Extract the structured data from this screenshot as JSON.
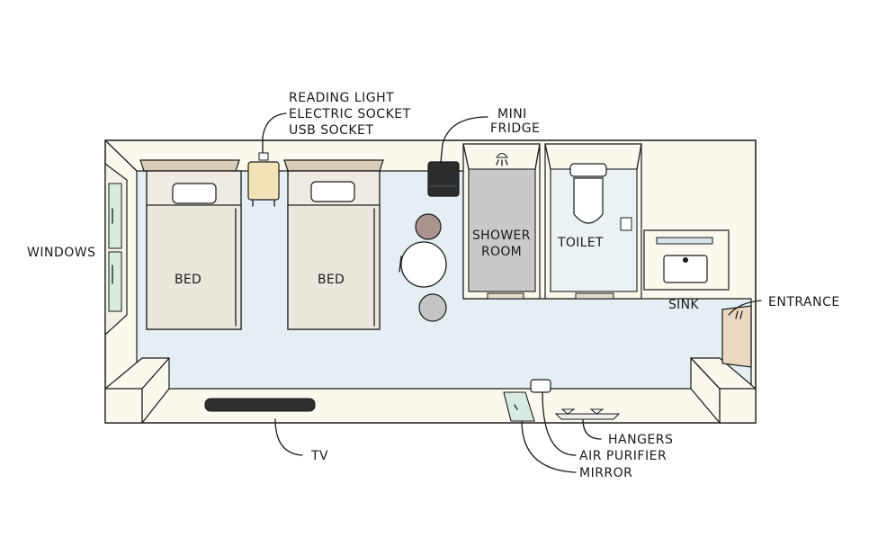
{
  "labels": {
    "reading_light": "READING LIGHT",
    "electric_socket": "ELECTRIC SOCKET",
    "usb_socket": "USB SOCKET",
    "mini": "MINI",
    "fridge": "FRIDGE",
    "windows": "WINDOWS",
    "bed_left": "BED",
    "bed_right": "BED",
    "shower": "SHOWER",
    "room": "ROOM",
    "toilet": "TOILET",
    "sink": "SINK",
    "entrance": "ENTRANCE",
    "tv": "TV",
    "hangers": "HANGERS",
    "air_purifier": "AIR PURIFIER",
    "mirror": "MIRROR"
  },
  "colors": {
    "floor": "#e4eef3",
    "wall": "#fbf8ee",
    "outline": "#1a1a1a",
    "bed_sheet": "#efebe2",
    "headboard": "#d8ccb8",
    "nightstand": "#f1e2b8",
    "fridge": "#2c2c2c",
    "shower_floor": "#c9c9c9",
    "stool_brown": "#a8938e",
    "stool_grey": "#c4c4c4",
    "entrance_door": "#ead9bf",
    "tv": "#2f2f2f"
  }
}
